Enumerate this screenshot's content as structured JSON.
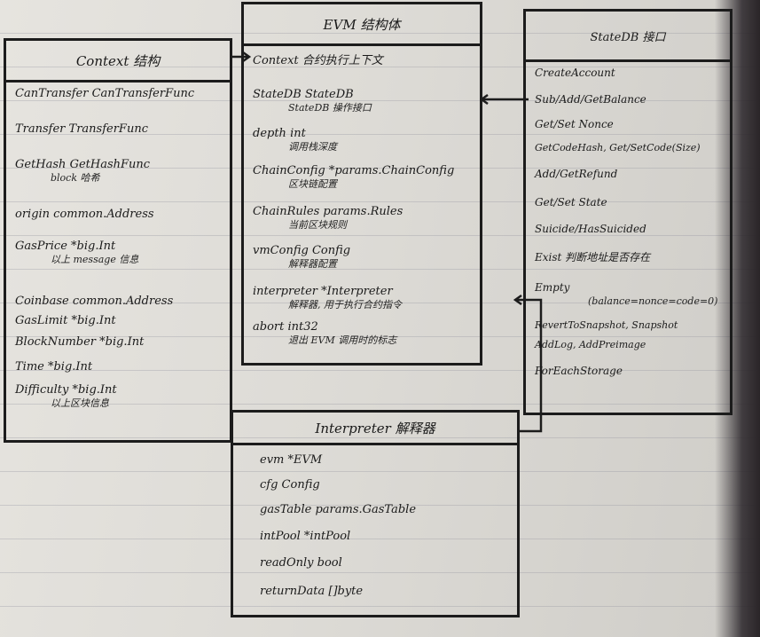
{
  "context_box": {
    "title": "Context 结构",
    "rows": [
      {
        "text": "CanTransfer CanTransferFunc",
        "note": ""
      },
      {
        "text": "Transfer TransferFunc",
        "note": ""
      },
      {
        "text": "GetHash GetHashFunc",
        "note": "block 哈希"
      },
      {
        "text": "origin common.Address",
        "note": ""
      },
      {
        "text": "GasPrice *big.Int",
        "note": "以上 message 信息"
      },
      {
        "text": "Coinbase common.Address",
        "note": ""
      },
      {
        "text": "GasLimit *big.Int",
        "note": ""
      },
      {
        "text": "BlockNumber *big.Int",
        "note": ""
      },
      {
        "text": "Time *big.Int",
        "note": ""
      },
      {
        "text": "Difficulty *big.Int",
        "note": "以上区块信息"
      }
    ]
  },
  "evm_box": {
    "title": "EVM 结构体",
    "rows": [
      {
        "text": "Context 合约执行上下文",
        "note": ""
      },
      {
        "text": "StateDB StateDB",
        "note": "StateDB 操作接口"
      },
      {
        "text": "depth int",
        "note": "调用栈深度"
      },
      {
        "text": "ChainConfig *params.ChainConfig",
        "note": "区块链配置"
      },
      {
        "text": "ChainRules params.Rules",
        "note": "当前区块规则"
      },
      {
        "text": "vmConfig Config",
        "note": "解释器配置"
      },
      {
        "text": "interpreter *Interpreter",
        "note": "解释器, 用于执行合约指令"
      },
      {
        "text": "abort int32",
        "note": "退出 EVM 调用时的标志"
      }
    ]
  },
  "statedb_box": {
    "title": "StateDB 接口",
    "rows": [
      {
        "text": "CreateAccount",
        "note": ""
      },
      {
        "text": "Sub/Add/GetBalance",
        "note": ""
      },
      {
        "text": "Get/Set Nonce",
        "note": ""
      },
      {
        "text": "GetCodeHash, Get/SetCode(Size)",
        "note": ""
      },
      {
        "text": "Add/GetRefund",
        "note": ""
      },
      {
        "text": "Get/Set State",
        "note": ""
      },
      {
        "text": "Suicide/HasSuicided",
        "note": ""
      },
      {
        "text": "Exist 判断地址是否存在",
        "note": ""
      },
      {
        "text": "Empty",
        "note": "(balance=nonce=code=0)"
      },
      {
        "text": "RevertToSnapshot, Snapshot",
        "note": ""
      },
      {
        "text": "AddLog, AddPreimage",
        "note": ""
      },
      {
        "text": "ForEachStorage",
        "note": ""
      }
    ]
  },
  "interpreter_box": {
    "title": "Interpreter 解释器",
    "rows": [
      {
        "text": "evm *EVM",
        "note": ""
      },
      {
        "text": "cfg Config",
        "note": ""
      },
      {
        "text": "gasTable params.GasTable",
        "note": ""
      },
      {
        "text": "intPool *intPool",
        "note": ""
      },
      {
        "text": "readOnly bool",
        "note": ""
      },
      {
        "text": "returnData []byte",
        "note": ""
      }
    ]
  }
}
